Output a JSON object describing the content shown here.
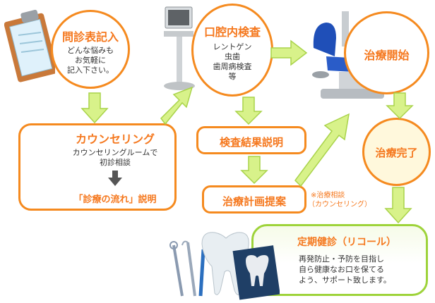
{
  "steps": {
    "monshin": {
      "title": "問診表記入",
      "desc": [
        "どんな悩みも",
        "お気軽に",
        "記入下さい。"
      ]
    },
    "counseling": {
      "title": "カウンセリング",
      "desc": [
        "カウンセリングルームで",
        "初診相談"
      ],
      "sub": "「診療の流れ」説明"
    },
    "koukunai": {
      "title": "口腔内検査",
      "desc": [
        "レントゲン",
        "虫歯",
        "歯周病検査",
        "等"
      ]
    },
    "kensa_kekka": {
      "title": "検査結果説明"
    },
    "chiryo_keikaku": {
      "title": "治療計画提案"
    },
    "note": [
      "※治療相談",
      "（カウンセリング）"
    ],
    "chiryo_kaishi": {
      "title": "治療開始"
    },
    "chiryo_kanryo": {
      "title": "治療完了"
    },
    "teiki": {
      "title": "定期健診（リコール）",
      "desc": [
        "再発防止・予防を目指し",
        "自ら健康なお口を保てる",
        "よう、サポート致します。"
      ]
    }
  },
  "colors": {
    "orange": "#f58a1f",
    "arrow": "#d8f28a",
    "arrow_edge": "#a9d34a",
    "green": "#9ed33a",
    "dark_arrow": "#555555"
  },
  "icons": {
    "clipboard": "clipboard-icon",
    "chair": "office-chair-icon",
    "monitor": "xray-monitor-icon",
    "dental_chair": "dental-chair-icon",
    "tooth": "tooth-icon",
    "instruments": "dental-instruments-icon"
  }
}
